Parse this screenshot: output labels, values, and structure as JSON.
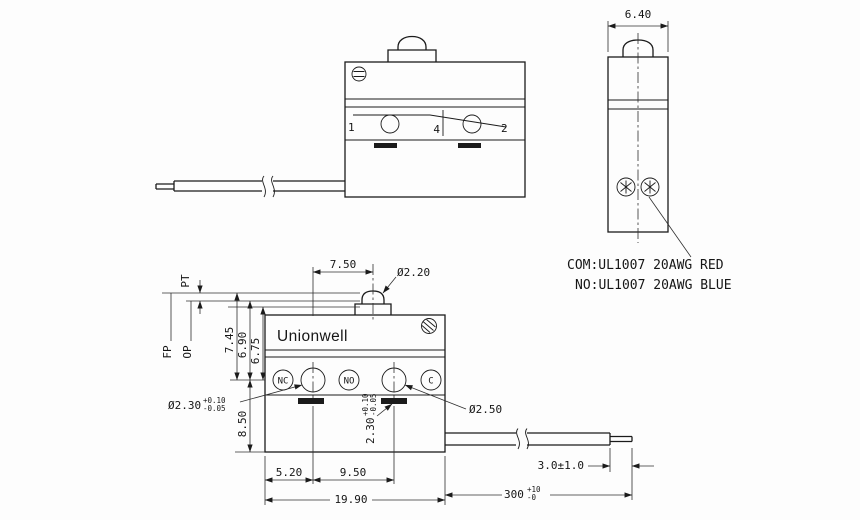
{
  "drawing": {
    "side_view": {
      "terminal_1": "1",
      "terminal_4": "4",
      "terminal_2": "2"
    },
    "end_view": {
      "width": "6.40",
      "note_line1": "COM:UL1007 20AWG RED",
      "note_line2": "NO:UL1007 20AWG BLUE"
    },
    "front_view": {
      "brand": "Unionwell",
      "nc": "NC",
      "no": "NO",
      "c": "C",
      "pt": "PT",
      "fp": "FP",
      "op": "OP",
      "dim_offset": "7.50",
      "dim_plunger_dia": "Ø2.20",
      "dim_fp_height": "7.45",
      "dim_op_height": "6.90",
      "dim_tp_height": "6.75",
      "dim_hole_left": "Ø2.30",
      "tol_plus_010": "+0.10",
      "tol_minus_005": "-0.05",
      "dim_slot": "2.30",
      "dim_hole_right": "Ø2.50",
      "dim_body_lower": "8.50",
      "dim_pitch_left": "5.20",
      "dim_pitch_right": "9.50",
      "dim_width": "19.90",
      "dim_strip": "3.0±1.0",
      "dim_wire": "300",
      "tol_plus_10": "+10",
      "tol_minus_0": "-0"
    }
  }
}
